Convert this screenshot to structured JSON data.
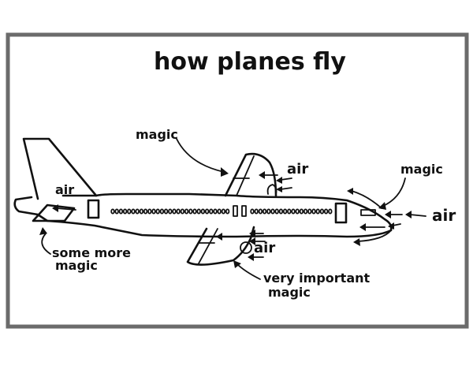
{
  "title": "how planes fly",
  "labels": {
    "magic_top": "magic",
    "air_upper_wing": "air",
    "magic_nose": "magic",
    "air_nose": "air",
    "air_tail": "air",
    "some_more_magic_line1": "some more",
    "some_more_magic_line2": "magic",
    "air_lower_wing": "air",
    "very_important_line1": "very important",
    "very_important_line2": "magic"
  },
  "colors": {
    "ink": "#111111",
    "frame": "#6b6b6b",
    "paper": "#ffffff"
  }
}
